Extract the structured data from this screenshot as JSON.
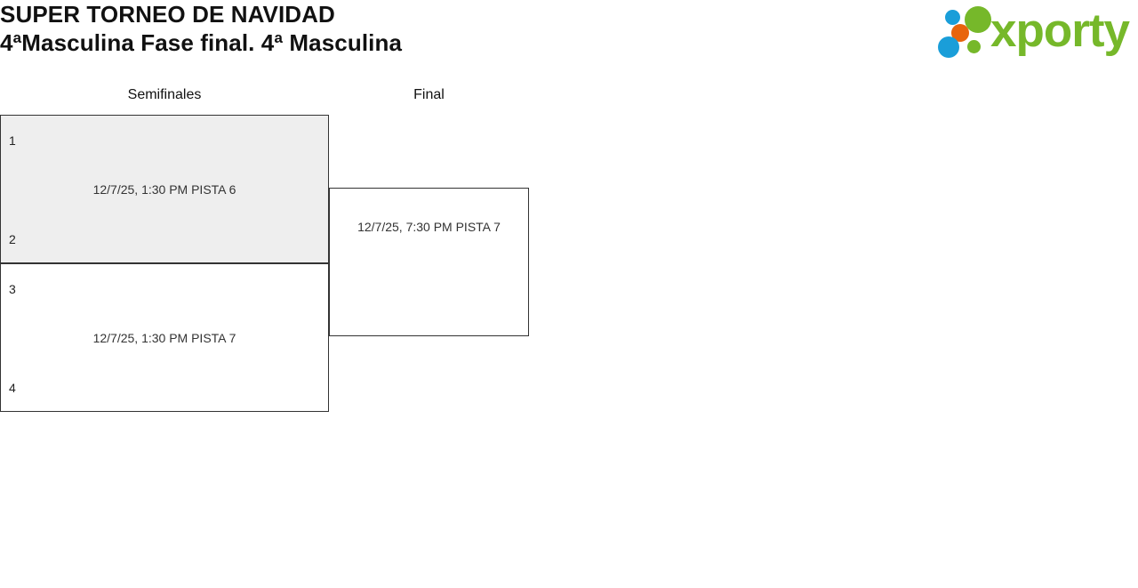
{
  "header": {
    "title_line1": "SUPER TORNEO DE NAVIDAD",
    "title_line2": "4ªMasculina Fase final. 4ª Masculina",
    "logo_word": "xporty",
    "logo_colors": {
      "green": "#76b82a",
      "blue": "#1a9ed9",
      "orange": "#e8640c"
    }
  },
  "bracket": {
    "rounds": [
      {
        "label": "Semifinales"
      },
      {
        "label": "Final"
      }
    ],
    "matches": [
      {
        "round": "Semifinales",
        "seed_top": "1",
        "seed_bottom": "2",
        "info": "12/7/25, 1:30 PM PISTA 6",
        "highlighted": true
      },
      {
        "round": "Semifinales",
        "seed_top": "3",
        "seed_bottom": "4",
        "info": "12/7/25, 1:30 PM PISTA 7",
        "highlighted": false
      },
      {
        "round": "Final",
        "seed_top": "",
        "seed_bottom": "",
        "info": "12/7/25, 7:30 PM PISTA 7",
        "highlighted": false
      }
    ]
  }
}
